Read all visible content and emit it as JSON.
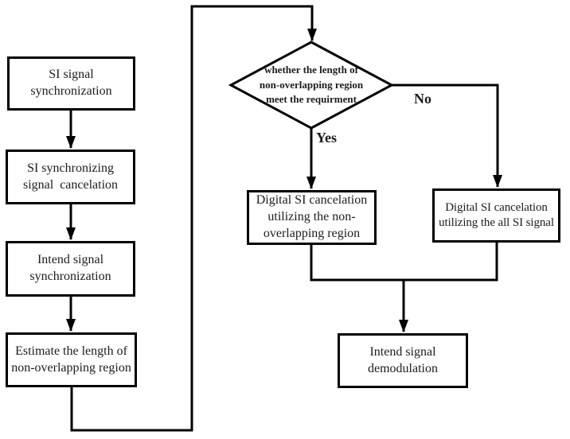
{
  "flowchart": {
    "nodes": {
      "si_signal_sync": "SI signal\nsynchronization",
      "si_sync_cancel": "SI synchronizing\nsignal  cancelation",
      "intend_sync": "Intend signal\nsynchronization",
      "estimate_length": "Estimate the length of\nnon-overlapping region",
      "digital_si_non_overlap": "Digital SI cancelation\nutilizing the non-\noverlapping region",
      "digital_si_all": "Digital SI cancelation\nutilizing the all SI signal",
      "intend_demod": "Intend signal\ndemodulation"
    },
    "decision": {
      "question": "whether the length of\nnon-overlapping region\nmeet the requirment"
    },
    "labels": {
      "yes": "Yes",
      "no": "No"
    },
    "colors": {
      "line": "#000000",
      "node_fill": "#ffffff",
      "text": "#1c1c1c"
    }
  }
}
